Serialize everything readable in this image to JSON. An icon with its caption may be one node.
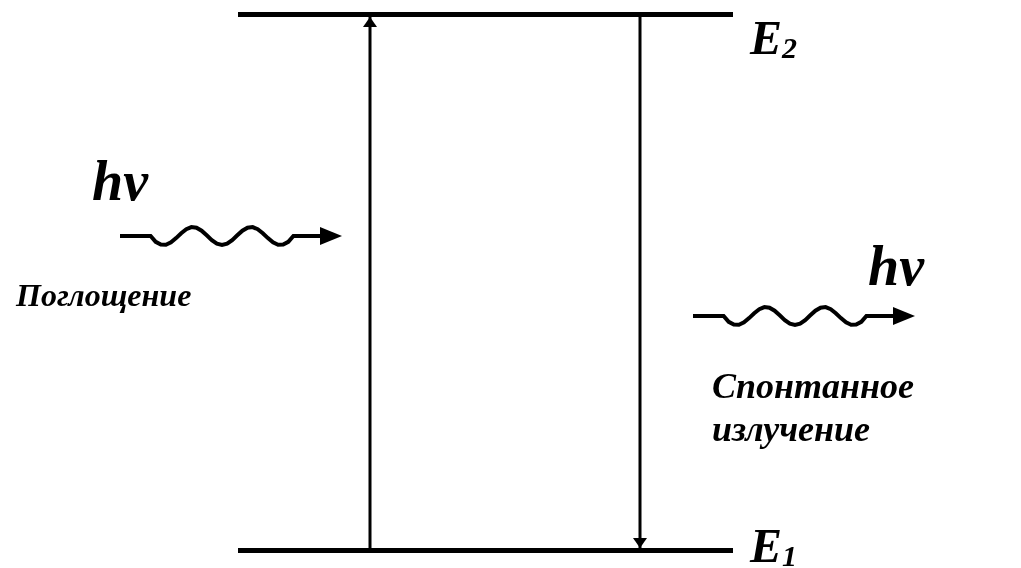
{
  "diagram": {
    "nodes": [
      {
        "text": [],
        "shape": "bar",
        "beside": [
          "E$_{2}$"
        ]
      },
      {
        "text": [],
        "shape": "bar",
        "beside": [
          "E$_{1}$"
        ]
      }
    ],
    "edges": [
      {
        "from": 1,
        "to": 0,
        "arrow": "to"
      },
      {
        "from": 0,
        "to": 1,
        "arrow": "to"
      }
    ],
    "labels": [
      "hν",
      "Поглощение",
      "hν",
      "Спонтанное излучение"
    ]
  }
}
